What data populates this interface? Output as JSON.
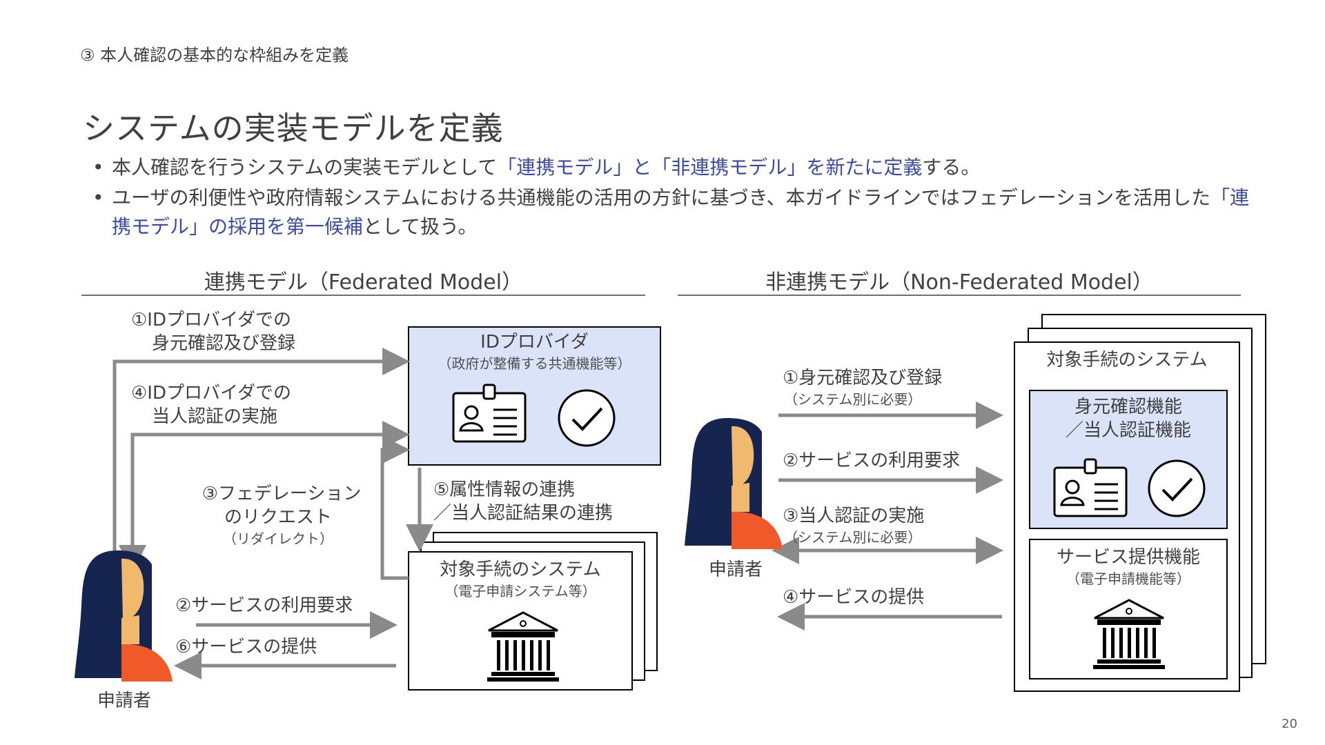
{
  "breadcrumb": "③ 本人確認の基本的な枠組みを定義",
  "title": "システムの実装モデルを定義",
  "bullets": {
    "b1": {
      "p1": "本人確認を行うシステムの実装モデルとして",
      "p2": "「連携モデル」と「非連携モデル」を新たに定義",
      "p3": "する。"
    },
    "b2": {
      "p1": "ユーザの利便性や政府情報システムにおける共通機能の活用の方針に基づき、本ガイドラインではフェデレーションを活用した",
      "p2": "「連携モデル」の採用を第一候補",
      "p3": "として扱う。"
    }
  },
  "federated": {
    "title": "連携モデル（Federated Model）",
    "step1_l1": "①IDプロバイダでの",
    "step1_l2": "身元確認及び登録",
    "step4_l1": "④IDプロバイダでの",
    "step4_l2": "当人認証の実施",
    "step3_l1": "③フェデレーション",
    "step3_l2": "のリクエスト",
    "step3_sub": "（リダイレクト）",
    "step5_l1": "⑤属性情報の連携",
    "step5_l2": "／当人認証結果の連携",
    "step2": "②サービスの利用要求",
    "step6": "⑥サービスの提供",
    "idp_title": "IDプロバイダ",
    "idp_sub": "（政府が整備する共通機能等）",
    "sys_title": "対象手続のシステム",
    "sys_sub": "（電子申請システム等）",
    "applicant": "申請者"
  },
  "nonfederated": {
    "title": "非連携モデル（Non-Federated Model）",
    "sys_title": "対象手続のシステム",
    "idv_l1": "身元確認機能",
    "idv_l2": "／当人認証機能",
    "svc_title": "サービス提供機能",
    "svc_sub": "（電子申請機能等）",
    "step1": "①身元確認及び登録",
    "step1_sub": "（システム別に必要）",
    "step2": "②サービスの利用要求",
    "step3": "③当人認証の実施",
    "step3_sub": "（システム別に必要）",
    "step4": "④サービスの提供",
    "applicant": "申請者"
  },
  "colors": {
    "highlight": "#3b4aa6",
    "idp_fill": "#dae3f8",
    "arrow": "#8a8a8a",
    "person_hair": "#16254f",
    "person_skin": "#f0b96e",
    "person_shirt": "#f05a2a"
  },
  "page_number": "20"
}
